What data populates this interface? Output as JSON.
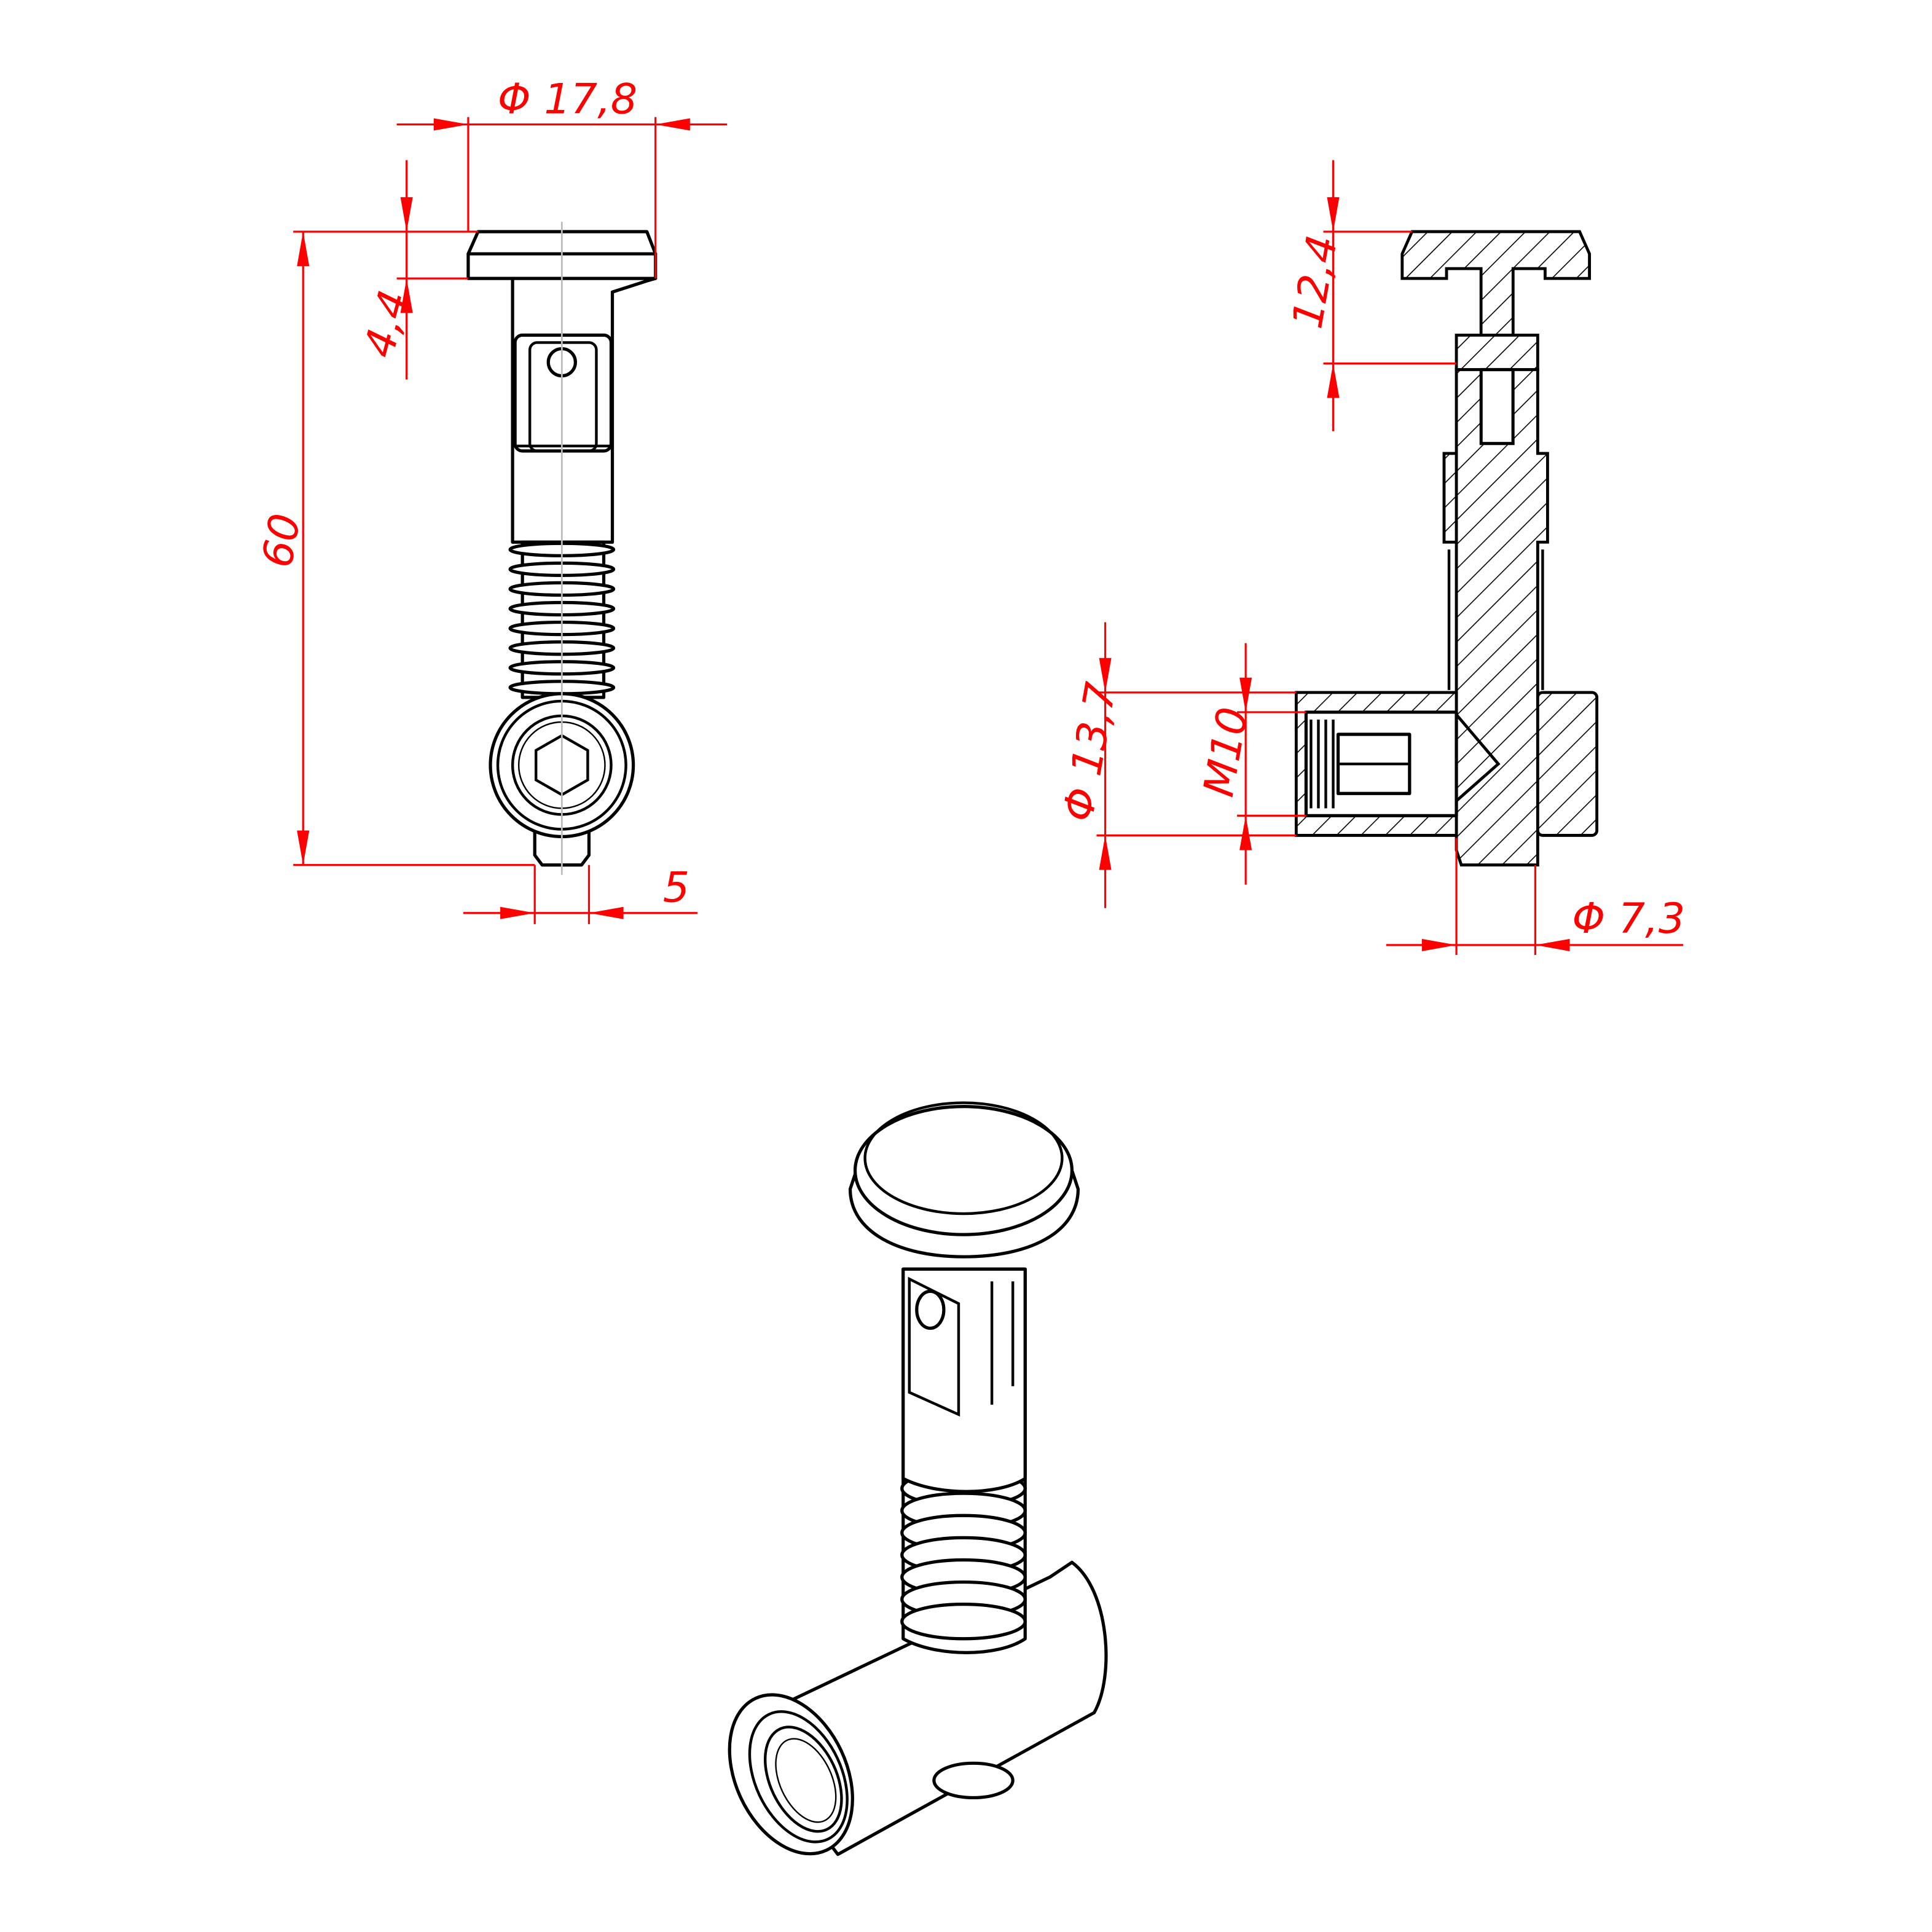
{
  "drawing": {
    "front_view": {
      "dimensions": {
        "head_diameter": "Φ 17,8",
        "head_height": "4,4",
        "overall_length": "60",
        "tip_width": "5"
      }
    },
    "section_view": {
      "dimensions": {
        "head_to_pin": "12,4",
        "body_diameter": "Φ 13,7",
        "thread": "M10",
        "pin_diameter": "Φ 7,3"
      }
    },
    "colors": {
      "dimension": "#ff0000",
      "outline": "#000000"
    }
  }
}
